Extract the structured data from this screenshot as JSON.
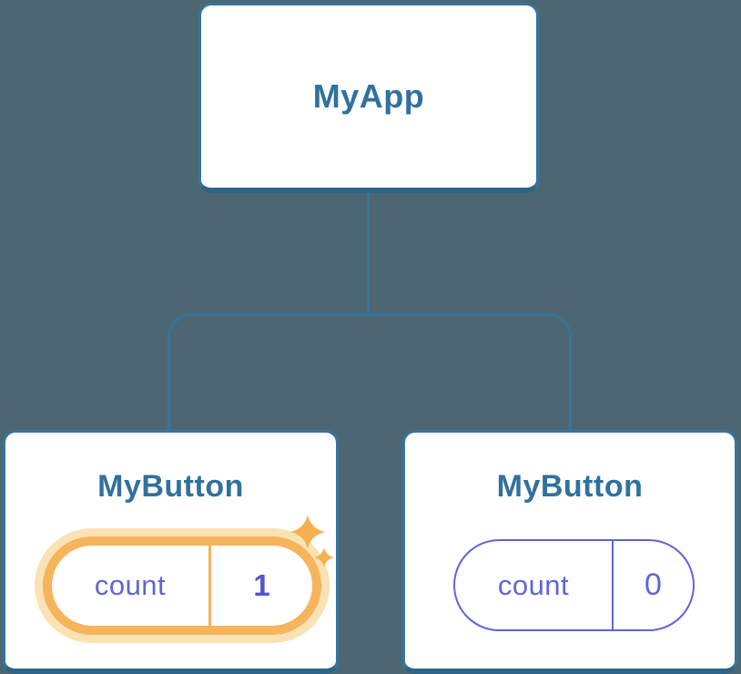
{
  "diagram": {
    "type": "component-tree",
    "background_color": "#4C6772",
    "connector_color": "#36749D",
    "card_border_color": "#36749D",
    "title_color": "#30719E",
    "state_color": "#5E66D8",
    "highlight_color": "#F6B45C",
    "highlight_glow_color": "#FBE2B4",
    "nodes": {
      "app": {
        "title": "MyApp"
      },
      "button_left": {
        "title": "MyButton",
        "highlighted": true,
        "state": {
          "label": "count",
          "value": "1"
        }
      },
      "button_right": {
        "title": "MyButton",
        "highlighted": false,
        "state": {
          "label": "count",
          "value": "0"
        }
      }
    },
    "icons": [
      {
        "name": "sparkle-icon",
        "color": "#F5B150"
      }
    ],
    "edges": [
      {
        "from": "app",
        "to": "button_left"
      },
      {
        "from": "app",
        "to": "button_right"
      }
    ]
  }
}
